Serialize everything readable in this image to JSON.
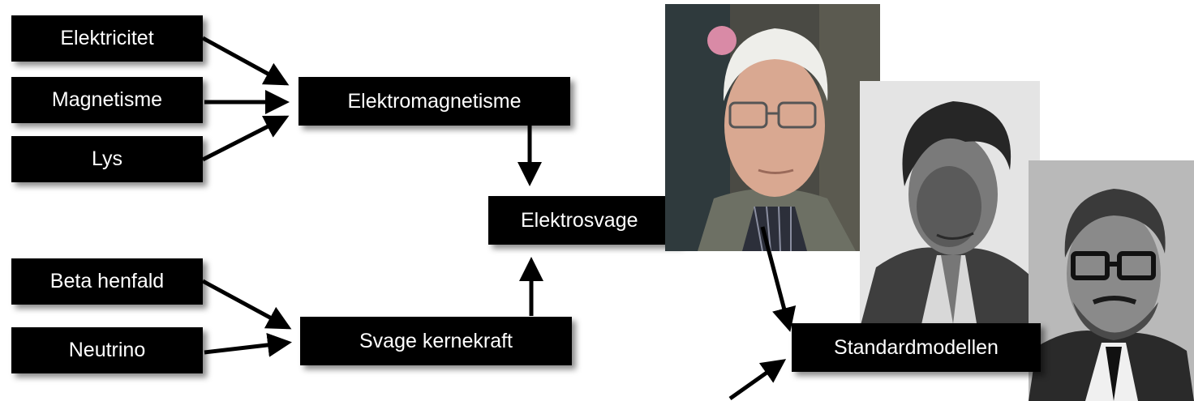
{
  "diagram": {
    "nodes": {
      "elektricitet": "Elektricitet",
      "magnetisme": "Magnetisme",
      "lys": "Lys",
      "elektromagnetisme": "Elektromagnetisme",
      "elektrosvage": "Elektrosvage",
      "beta_henfald": "Beta henfald",
      "neutrino": "Neutrino",
      "svage_kernekraft": "Svage kernekraft",
      "standardmodellen": "Standardmodellen"
    },
    "edges": [
      {
        "from": "Elektricitet",
        "to": "Elektromagnetisme"
      },
      {
        "from": "Magnetisme",
        "to": "Elektromagnetisme"
      },
      {
        "from": "Lys",
        "to": "Elektromagnetisme"
      },
      {
        "from": "Elektromagnetisme",
        "to": "Elektrosvage"
      },
      {
        "from": "Beta henfald",
        "to": "Svage kernekraft"
      },
      {
        "from": "Neutrino",
        "to": "Svage kernekraft"
      },
      {
        "from": "Svage kernekraft",
        "to": "Elektrosvage"
      }
    ]
  },
  "photos": [
    {
      "subject": "portrait of an elderly man with white hair and glasses"
    },
    {
      "subject": "black-and-white portrait of a man with dark wavy hair"
    },
    {
      "subject": "black-and-white portrait of a man with glasses and beard"
    }
  ],
  "colors": {
    "box_fill": "#000000",
    "box_text": "#ffffff",
    "arrow": "#000000",
    "background": "#ffffff"
  }
}
